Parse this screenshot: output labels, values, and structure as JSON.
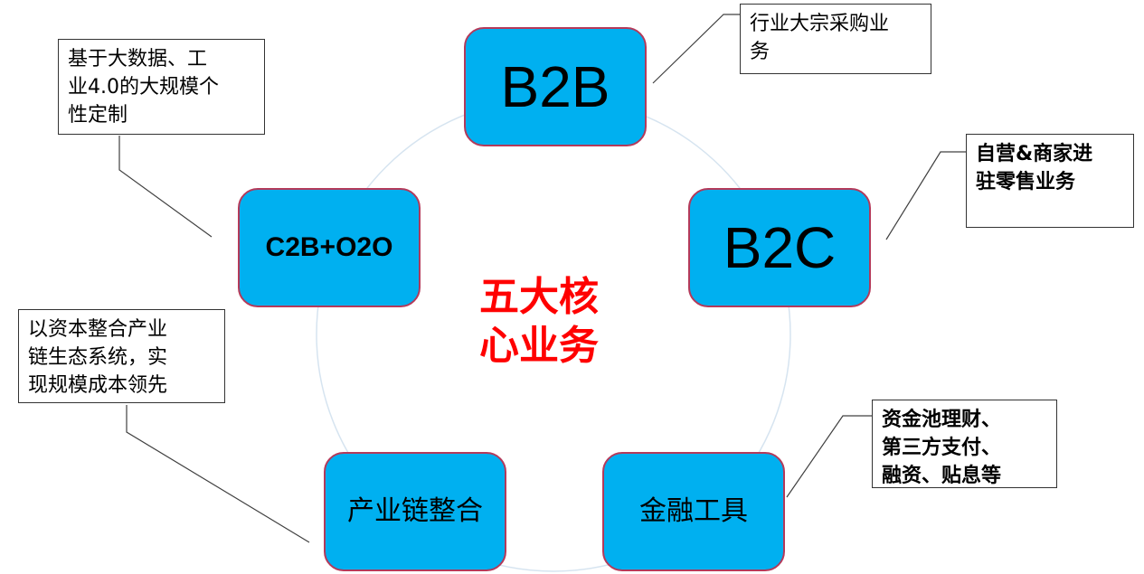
{
  "center": {
    "text": "五大核\n心业务"
  },
  "nodes": {
    "b2b": "B2B",
    "b2c": "B2C",
    "c2b": "C2B+O2O",
    "industry": "产业链整合",
    "finance": "金融工具"
  },
  "notes": {
    "b2b": "行业大宗采购业\n务",
    "b2c": "自营&商家进\n驻零售业务",
    "c2b": "基于大数据、工\n业4.0的大规模个\n性定制",
    "industry": "以资本整合产业\n链生态系统，实\n现规模成本领先",
    "finance": "资金池理财、\n第三方支付、\n融资、贴息等"
  },
  "colors": {
    "node_fill": "#00b0f0",
    "node_border": "#b43a5a",
    "center_text": "#ff0000",
    "ring": "#d6e4f0"
  }
}
